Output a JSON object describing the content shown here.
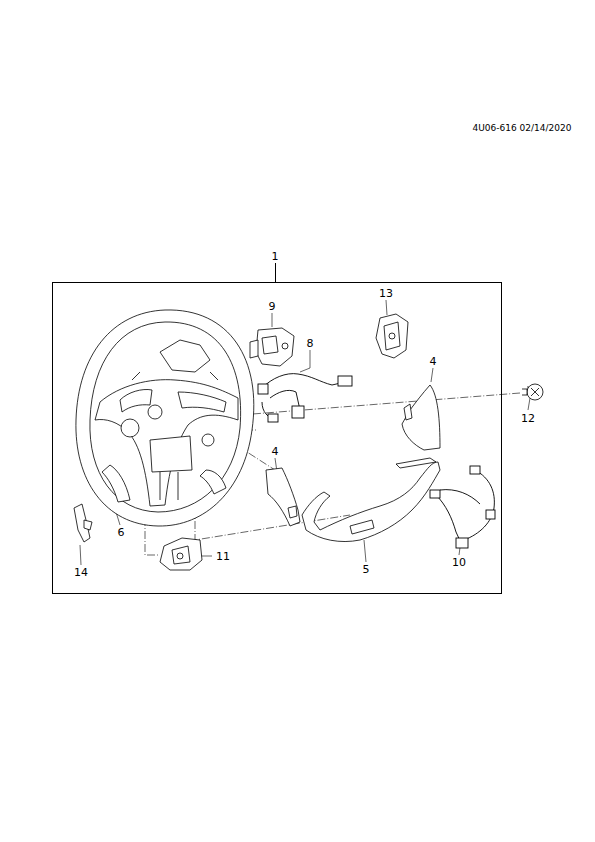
{
  "diagram": {
    "labels": [
      "4U06-616 02/14/2020",
      "1",
      "9",
      "13",
      "8",
      "4",
      "12",
      "4",
      "6",
      "11",
      "5",
      "10",
      "14"
    ]
  }
}
